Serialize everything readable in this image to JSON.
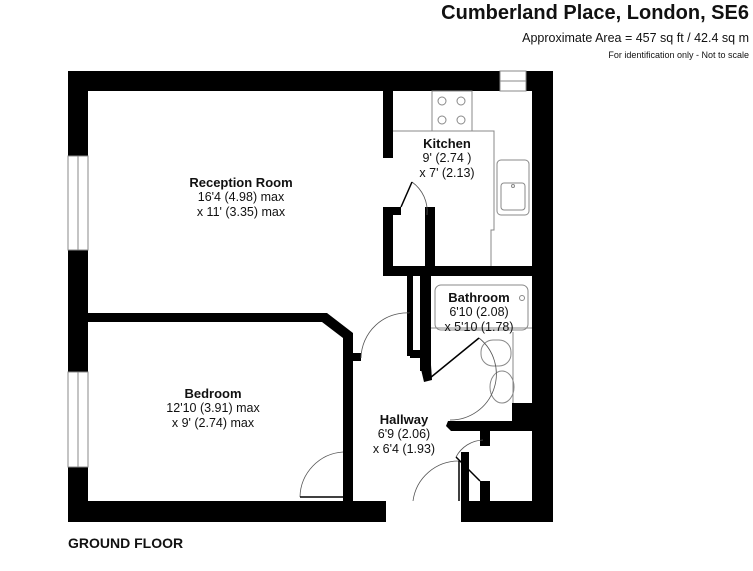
{
  "header": {
    "title": "Cumberland Place, London, SE6",
    "area": "Approximate Area = 457 sq ft / 42.4 sq m",
    "note": "For identification only - Not to scale"
  },
  "floor_label": "GROUND FLOOR",
  "rooms": {
    "reception": {
      "name": "Reception Room",
      "dim1": "16'4 (4.98) max",
      "dim2": "x 11' (3.35) max"
    },
    "kitchen": {
      "name": "Kitchen",
      "dim1": "9' (2.74 )",
      "dim2": "x 7' (2.13)"
    },
    "bathroom": {
      "name": "Bathroom",
      "dim1": "6'10 (2.08)",
      "dim2": "x 5'10 (1.78)"
    },
    "bedroom": {
      "name": "Bedroom",
      "dim1": "12'10 (3.91) max",
      "dim2": "x 9' (2.74) max"
    },
    "hallway": {
      "name": "Hallway",
      "dim1": "6'9 (2.06)",
      "dim2": "x 6'4 (1.93)"
    }
  },
  "colors": {
    "wall": "#000000",
    "fixture": "#888888",
    "background": "#ffffff"
  }
}
